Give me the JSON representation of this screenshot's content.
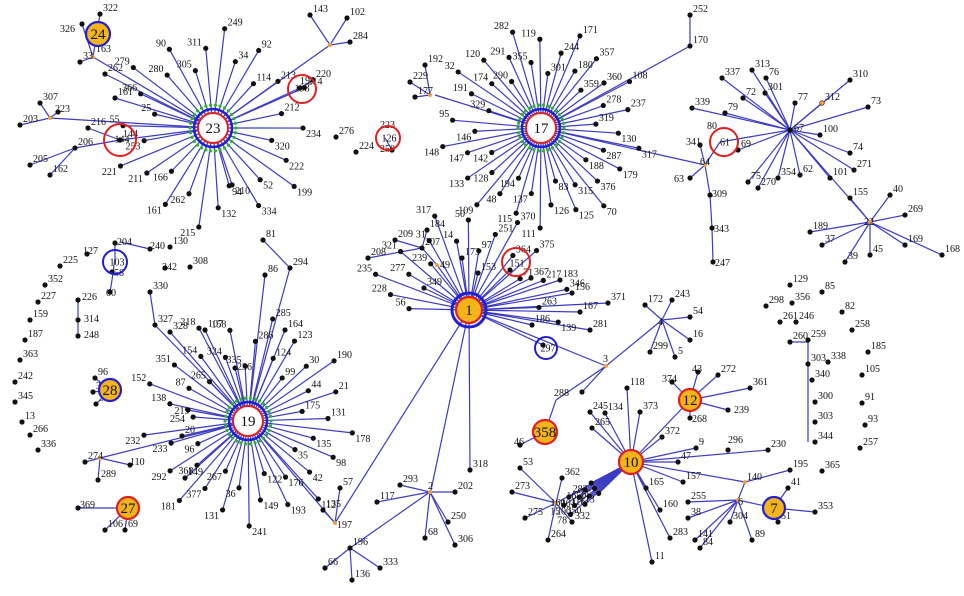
{
  "colors": {
    "edge": "#3b3bc4",
    "node": "#111111",
    "junction": "#f0a040",
    "hub_fill": "#ffffff",
    "ring_red": "#e02020",
    "ring_blue": "#2020d0",
    "ring_green": "#30b030",
    "badge_fill": "#f2b31b"
  },
  "hubs": [
    {
      "id": "23",
      "style": "hub"
    },
    {
      "id": "17",
      "style": "hub"
    },
    {
      "id": "19",
      "style": "hub"
    },
    {
      "id": "1",
      "style": "badge-hub"
    },
    {
      "id": "10",
      "style": "badge-red"
    },
    {
      "id": "12",
      "style": "badge-red"
    },
    {
      "id": "358",
      "style": "badge-red"
    },
    {
      "id": "27",
      "style": "badge-red"
    },
    {
      "id": "24",
      "style": "badge-blue"
    },
    {
      "id": "28",
      "style": "badge-plain"
    },
    {
      "id": "7",
      "style": "badge-blue"
    }
  ],
  "highlighted": [
    {
      "id": "198",
      "ring": "red"
    },
    {
      "id": "144",
      "ring": "red"
    },
    {
      "id": "126",
      "ring": "red"
    },
    {
      "id": "61",
      "ring": "red"
    },
    {
      "id": "151",
      "ring": "red"
    },
    {
      "id": "103",
      "ring": "blue"
    },
    {
      "id": "297",
      "ring": "blue"
    }
  ],
  "labels": {
    "h23": "23",
    "h17": "17",
    "h19": "19",
    "h1": "1",
    "h10": "10",
    "h12": "12",
    "h358": "358",
    "h27": "27",
    "h24": "24",
    "h28": "28",
    "h7": "7",
    "n198": "198",
    "n144": "144",
    "n126": "126",
    "n223": "223",
    "n250": "250",
    "n61": "61",
    "n151": "151",
    "n103": "103",
    "n297": "297"
  }
}
